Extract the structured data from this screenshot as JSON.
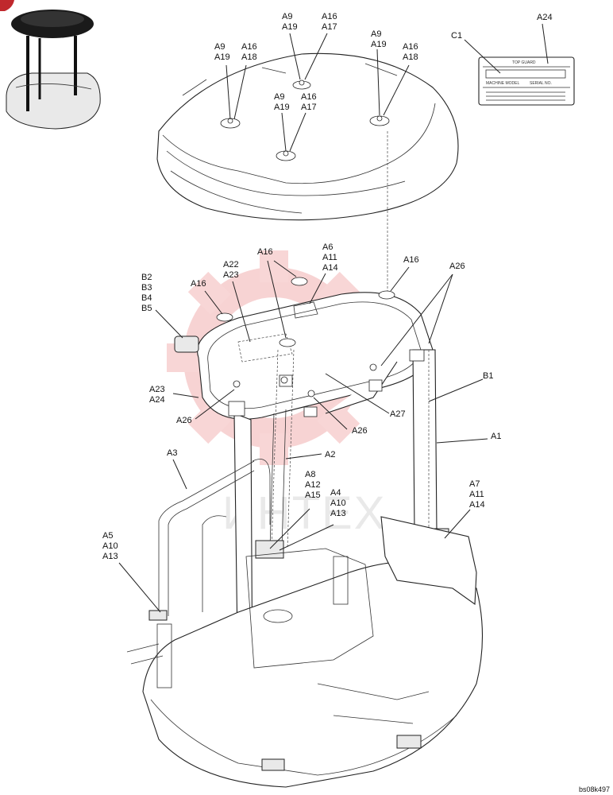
{
  "diagram": {
    "watermark_text": "ИНТЕХ",
    "image_code": "bs08k497",
    "callouts": [
      {
        "id": "c-a9-a19-1",
        "lines": [
          "A9",
          "A19"
        ]
      },
      {
        "id": "c-a16-a17-1",
        "lines": [
          "A16",
          "A17"
        ]
      },
      {
        "id": "c-a9-a19-2",
        "lines": [
          "A9",
          "A19"
        ]
      },
      {
        "id": "c-a16-a18-1",
        "lines": [
          "A16",
          "A18"
        ]
      },
      {
        "id": "c-a9-a19-3",
        "lines": [
          "A9",
          "A19"
        ]
      },
      {
        "id": "c-a16-a18-2",
        "lines": [
          "A16",
          "A18"
        ]
      },
      {
        "id": "c-a9-a19-4",
        "lines": [
          "A9",
          "A19"
        ]
      },
      {
        "id": "c-a16-a17-2",
        "lines": [
          "A16",
          "A17"
        ]
      },
      {
        "id": "c-a24",
        "lines": [
          "A24"
        ]
      },
      {
        "id": "c-c1",
        "lines": [
          "C1"
        ]
      },
      {
        "id": "c-b2-b5",
        "lines": [
          "B2",
          "B3",
          "B4",
          "B5"
        ]
      },
      {
        "id": "c-a16-left",
        "lines": [
          "A16"
        ]
      },
      {
        "id": "c-a22-a23",
        "lines": [
          "A22",
          "A23"
        ]
      },
      {
        "id": "c-a16-mid",
        "lines": [
          "A16"
        ]
      },
      {
        "id": "c-a6-a14",
        "lines": [
          "A6",
          "A11",
          "A14"
        ]
      },
      {
        "id": "c-a16-right",
        "lines": [
          "A16"
        ]
      },
      {
        "id": "c-a26-top",
        "lines": [
          "A26"
        ]
      },
      {
        "id": "c-b1",
        "lines": [
          "B1"
        ]
      },
      {
        "id": "c-a23-a24",
        "lines": [
          "A23",
          "A24"
        ]
      },
      {
        "id": "c-a26-left",
        "lines": [
          "A26"
        ]
      },
      {
        "id": "c-a27",
        "lines": [
          "A27"
        ]
      },
      {
        "id": "c-a26-mid",
        "lines": [
          "A26"
        ]
      },
      {
        "id": "c-a1",
        "lines": [
          "A1"
        ]
      },
      {
        "id": "c-a3",
        "lines": [
          "A3"
        ]
      },
      {
        "id": "c-a2",
        "lines": [
          "A2"
        ]
      },
      {
        "id": "c-a8-a15",
        "lines": [
          "A8",
          "A12",
          "A15"
        ]
      },
      {
        "id": "c-a4-a13",
        "lines": [
          "A4",
          "A10",
          "A13"
        ]
      },
      {
        "id": "c-a7-a14",
        "lines": [
          "A7",
          "A11",
          "A14"
        ]
      },
      {
        "id": "c-a5-a13",
        "lines": [
          "A5",
          "A10",
          "A13"
        ]
      }
    ],
    "decal": {
      "title": "TOP GUARD",
      "field_left": "MACHINE MODEL",
      "field_right": "SERIAL NO."
    }
  }
}
